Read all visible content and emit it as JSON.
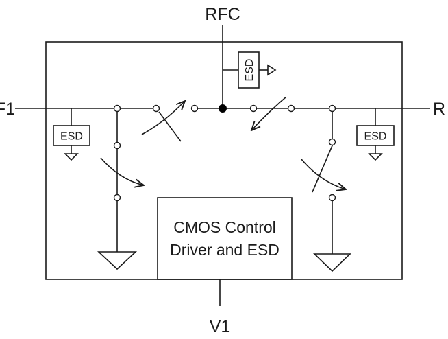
{
  "pins": {
    "top": "RFC",
    "left": "F1",
    "right": "R",
    "bottom": "V1"
  },
  "esd_label": "ESD",
  "control_block": {
    "line1": "CMOS Control",
    "line2": "Driver and ESD"
  }
}
